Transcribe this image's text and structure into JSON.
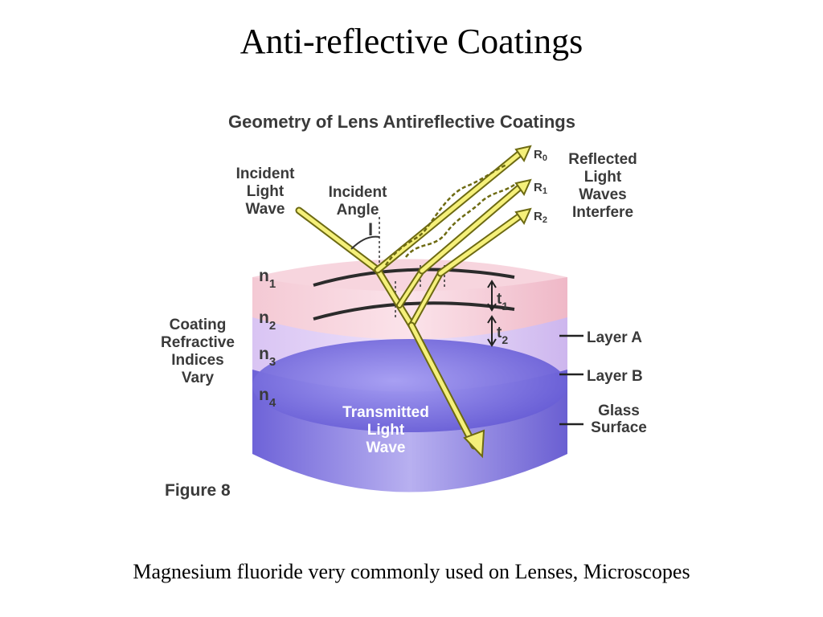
{
  "slide": {
    "title": "Anti-reflective Coatings",
    "caption": "Magnesium fluoride very commonly used on Lenses, Microscopes"
  },
  "figure": {
    "heading": "Geometry of Lens Antireflective Coatings",
    "figure_label": "Figure 8",
    "incident_wave": [
      "Incident",
      "Light",
      "Wave"
    ],
    "incident_angle": [
      "Incident",
      "Angle"
    ],
    "angle_symbol": "I",
    "reflected": [
      "Reflected",
      "Light",
      "Waves",
      "Interfere"
    ],
    "reflected_rays": {
      "r0": "R",
      "r0_sub": "0",
      "r1": "R",
      "r1_sub": "1",
      "r2": "R",
      "r2_sub": "2"
    },
    "coating": [
      "Coating",
      "Refractive",
      "Indices",
      "Vary"
    ],
    "indices": [
      {
        "n": "n",
        "sub": "1"
      },
      {
        "n": "n",
        "sub": "2"
      },
      {
        "n": "n",
        "sub": "3"
      },
      {
        "n": "n",
        "sub": "4"
      }
    ],
    "thickness": [
      {
        "t": "t",
        "sub": "1"
      },
      {
        "t": "t",
        "sub": "2"
      }
    ],
    "layer_a": "Layer A",
    "layer_b": "Layer B",
    "glass_surface": [
      "Glass",
      "Surface"
    ],
    "transmitted": [
      "Transmitted",
      "Light",
      "Wave"
    ],
    "colors": {
      "layer_a": "#f2c3cf",
      "layer_b": "#dccaf2",
      "glass": "#7e72e6",
      "ray": "#f5f07a",
      "ray_edge": "#6d6a12"
    }
  }
}
